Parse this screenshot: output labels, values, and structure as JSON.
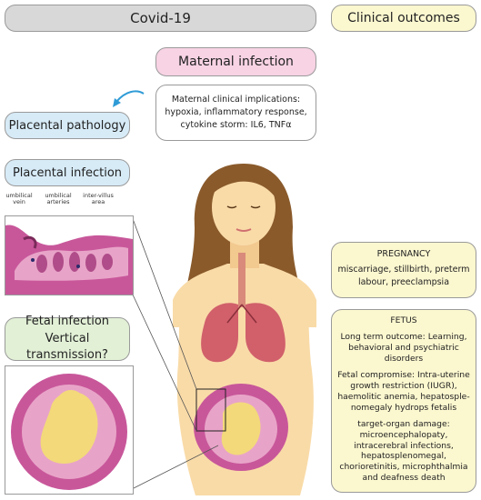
{
  "header": {
    "covid": "Covid-19",
    "clinical": "Clinical outcomes"
  },
  "maternal": {
    "title": "Maternal infection",
    "implications": [
      "Maternal clinical implications:",
      "hypoxia, inflammatory response,",
      "cytokine storm: IL6, TNFα"
    ]
  },
  "placenta": {
    "pathology": "Placental pathology",
    "infection": "Placental infection",
    "labels": {
      "vein": "umbilical vein",
      "arteries": "umbilical arteries",
      "villus": "inter-villus area"
    }
  },
  "fetal": {
    "line1": "Fetal infection",
    "line2": "Vertical transmission?"
  },
  "pregnancy": {
    "title": "PREGNANCY",
    "text": "miscarriage, stillbirth, preterm labour, preeclampsia"
  },
  "fetus": {
    "title": "FETUS",
    "long_term": "Long term outcome: Learning, behavioral and psychiatric disorders",
    "compromise": "Fetal compromise: Intra-uterine growth restriction (IUGR), haemolitic anemia, hepatosple-nomegaly hydrops fetalis",
    "target": "target-organ damage: microencephalopaty, intracerebral infections, hepatosplenomegal, chorioretinitis, microphthalmia and deafness death"
  },
  "colors": {
    "skin": "#f9dba8",
    "hair": "#8a5a2b",
    "lung": "#d1606b",
    "uterus": "#c8579a",
    "fetus": "#f3d97a"
  }
}
